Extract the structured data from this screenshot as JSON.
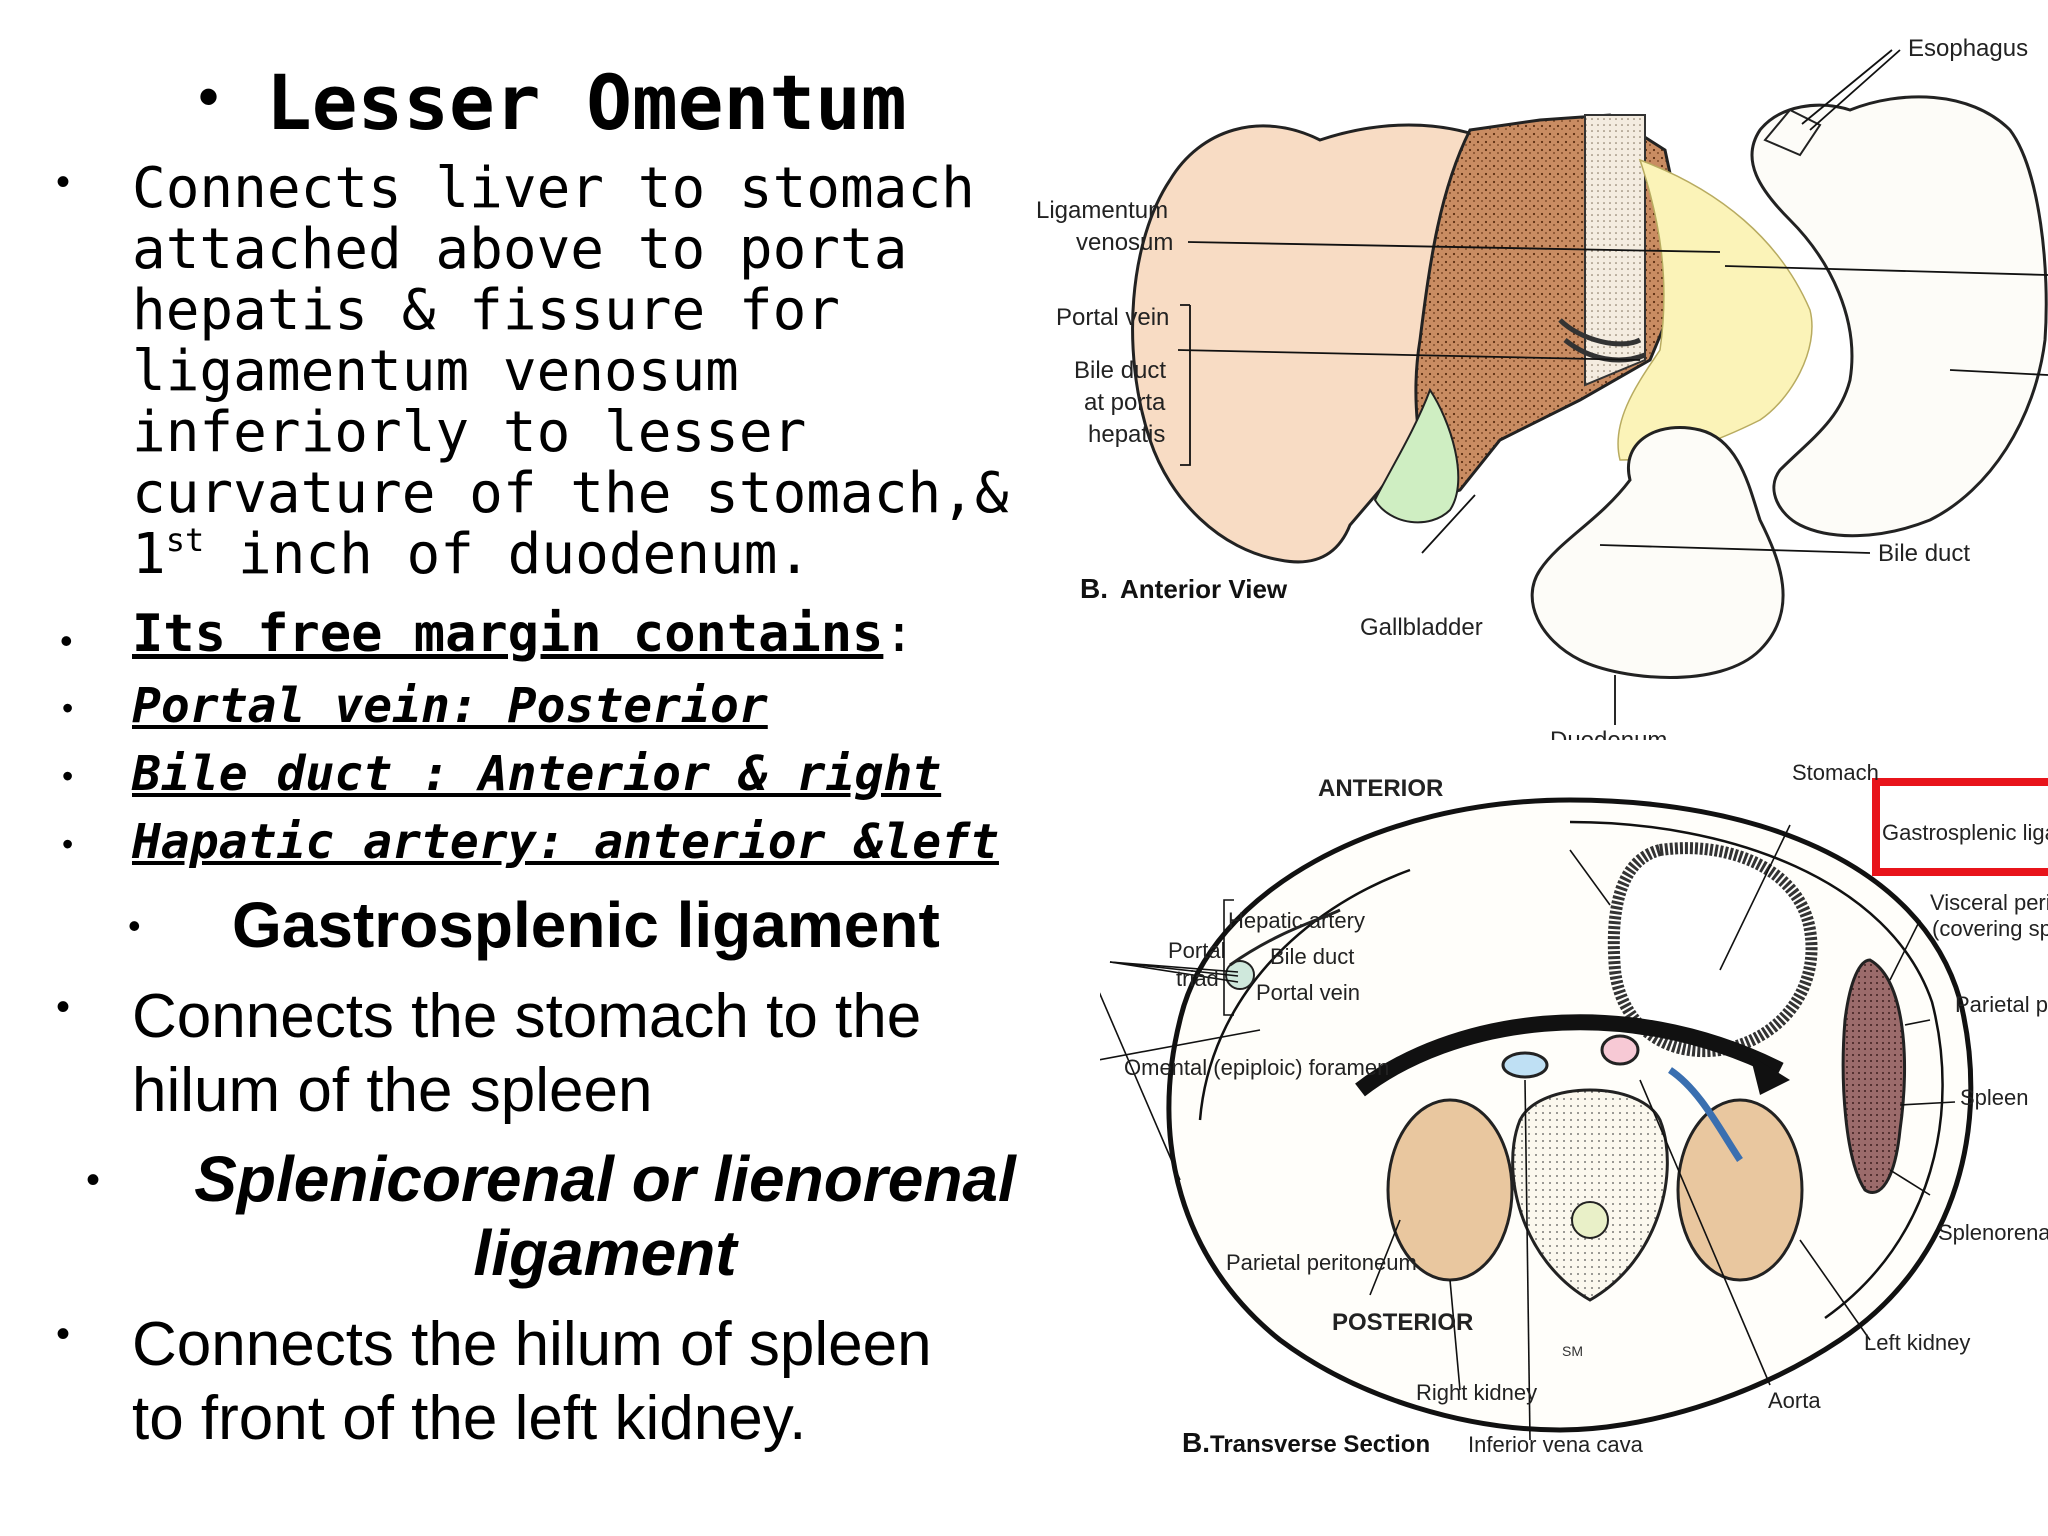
{
  "left": {
    "lesser": {
      "title": "Lesser Omentum",
      "desc_lines": [
        "Connects liver to stomach",
        "attached above to porta",
        "hepatis & fissure for",
        "ligamentum venosum",
        "inferiorly to lesser",
        "curvature of the stomach,&"
      ],
      "desc_last_pre": "1",
      "desc_last_sup": "st",
      "desc_last_post": " inch of duodenum.",
      "free_margin": "Its free margin contains",
      "free_margin_colon": ":",
      "items": [
        "Portal vein: Posterior",
        "Bile duct : Anterior & right",
        "Hapatic artery: anterior &left"
      ]
    },
    "gastrosplenic": {
      "title": "Gastrosplenic ligament",
      "desc_lines": [
        "Connects the stomach to the",
        "hilum of the spleen"
      ]
    },
    "splenorenal": {
      "title_lines": [
        "Splenicorenal or lienorenal",
        "ligament"
      ],
      "desc_lines": [
        "Connects the hilum of spleen",
        "to front of the left kidney."
      ]
    },
    "bullet_char": "•"
  },
  "figure_top": {
    "caption_letter": "B.",
    "caption_text": "Anterior View",
    "labels": {
      "esophagus": "Esophagus",
      "lig_venosum_1": "Ligamentum",
      "lig_venosum_2": "venosum",
      "portal_vein": "Portal vein",
      "bile_duct_porta_1": "Bile duct",
      "bile_duct_porta_2": "at porta",
      "bile_duct_porta_3": "hepatis",
      "bile_duct": "Bile duct",
      "gallbladder": "Gallbladder",
      "duodenum": "Duodenum"
    }
  },
  "figure_bottom": {
    "caption_letter": "B.",
    "caption_text": "Transverse Section",
    "labels": {
      "anterior": "ANTERIOR",
      "posterior": "POSTERIOR",
      "stomach": "Stomach",
      "gastrosplenic": "Gastrosplenic ligame",
      "visceral_1": "Visceral perito",
      "visceral_2": "(covering splee",
      "parietal_peri": "Parietal peri",
      "spleen": "Spleen",
      "splenorenal": "Splenorenal li",
      "left_kidney": "Left kidney",
      "aorta": "Aorta",
      "ivc": "Inferior vena cava",
      "right_kidney": "Right kidney",
      "parietal_peritoneum": "Parietal peritoneum",
      "omental_foramen": "Omental (epiploic) foramen",
      "portal": "Portal",
      "triad": "triad",
      "hepatic_artery": "Hepatic artery",
      "bile_duct": "Bile duct",
      "portal_vein": "Portal vein",
      "sm": "SM"
    },
    "highlight_color": "#e8141b"
  }
}
